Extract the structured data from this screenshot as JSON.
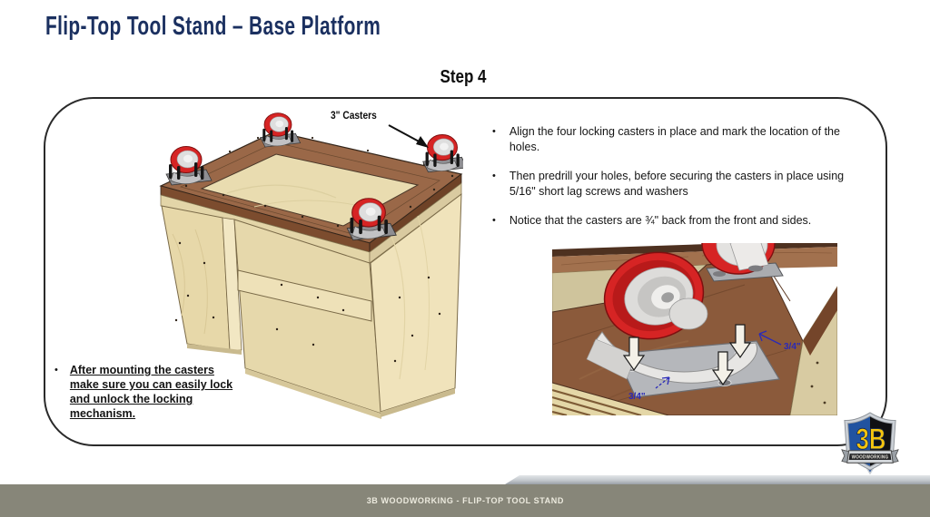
{
  "slide": {
    "title": "Flip-Top Tool Stand – Base Platform",
    "step_label": "Step 4"
  },
  "diagram": {
    "caster_callout": "3\" Casters"
  },
  "instructions": [
    "Align the four locking casters in place and mark the location of the holes.",
    "Then predrill your holes, before securing the casters in place using 5/16\" short lag screws and washers",
    "Notice that the casters are ¾\" back from the front and sides."
  ],
  "note": "After mounting the casters make sure you can easily lock and unlock the locking mechanism.",
  "detail_view": {
    "dimension_labels": [
      "3/4\"",
      "3/4\""
    ]
  },
  "logo": {
    "monogram": "3B",
    "banner": "WOODWORKING"
  },
  "footer": {
    "text": "3B WOODWORKING - FLIP-TOP TOOL STAND"
  },
  "colors": {
    "title-navy": "#1b3060",
    "caster-red": "#d62424",
    "dim-blue": "#2a2ab8",
    "footer-olive": "#878679",
    "footer-text": "#eceade",
    "logo-blue": "#2153a0",
    "logo-yellow": "#f6c50e",
    "accent-silver": "#c3c8cd"
  }
}
